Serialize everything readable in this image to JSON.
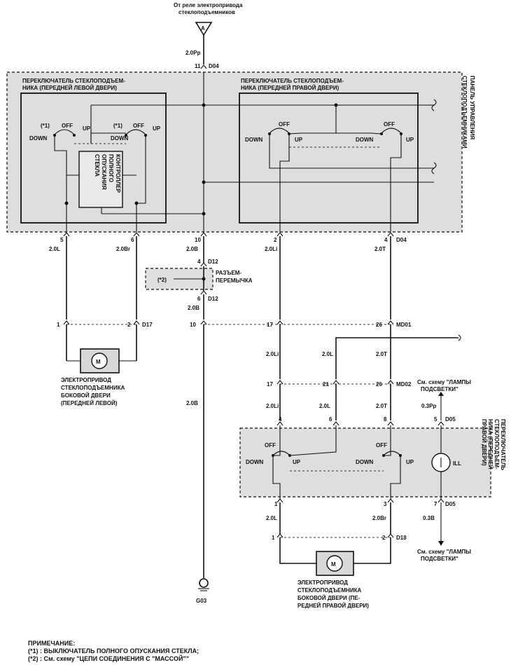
{
  "top": {
    "source_label_1": "От реле электропривода",
    "source_label_2": "стеклоподъемников",
    "connector_letter": "A",
    "wire": "2.0Pp",
    "pin": "11",
    "connector": "D04"
  },
  "panel": {
    "title_vertical_1": "ПАНЕЛЬ УПРАВЛЕНИЯ",
    "title_vertical_2": "СТЕКЛОПОДЪЕМНИКАМИ"
  },
  "left_switch": {
    "title_1": "ПЕРЕКЛЮЧАТЕЛЬ СТЕКЛОПОДЪЕМ-",
    "title_2": "НИКА (ПЕРЕДНЕЙ ЛЕВОЙ ДВЕРИ)",
    "note_a": "(*1)",
    "note_b": "(*1)",
    "off": "OFF",
    "up": "UP",
    "down": "DOWN",
    "controller_1": "КОНТРОЛЛЕР",
    "controller_2": "ПОЛНОГО",
    "controller_3": "ОПУСКАНИЯ",
    "controller_4": "СТЕКЛА"
  },
  "right_switch": {
    "title_1": "ПЕРЕКЛЮЧАТЕЛЬ СТЕКЛОПОДЪЕМ-",
    "title_2": "НИКА (ПЕРЕДНЕЙ ПРАВОЙ ДВЕРИ)",
    "off": "OFF",
    "up": "UP",
    "down": "DOWN"
  },
  "panel_pins": {
    "p5": "5",
    "w5": "2.0L",
    "p6": "6",
    "w6": "2.0Br",
    "p10": "10",
    "w10": "2.0B",
    "p2": "2",
    "w2": "2.0Li",
    "p4": "4",
    "w4": "2.0T",
    "connector": "D04"
  },
  "jumper": {
    "pin_top": "4",
    "connector_top": "D12",
    "note": "(*2)",
    "label_1": "РАЗЪЕМ-",
    "label_2": "ПЕРЕМЫЧКА",
    "pin_bottom": "6",
    "connector_bottom": "D12",
    "wire": "2.0B"
  },
  "left_motor": {
    "pin1": "1",
    "pin2": "2",
    "connector": "D17",
    "symbol": "M",
    "label_1": "ЭЛЕКТРОПРИВОД",
    "label_2": "СТЕКЛОПОДЪЕМНИКА",
    "label_3": "БОКОВОЙ ДВЕРИ",
    "label_4": "(ПЕРЕДНЕЙ ЛЕВОЙ)"
  },
  "md01": {
    "p10": "10",
    "p17": "17",
    "p26": "26",
    "connector": "MD01",
    "w_li": "2.0Li",
    "w_l": "2.0L",
    "w_t": "2.0T"
  },
  "md02": {
    "p17": "17",
    "p21": "21",
    "p26": "26",
    "connector": "MD02",
    "ref_1": "См. схему \"ЛАМПЫ",
    "ref_2": "ПОДСВЕТКИ\"",
    "w_pp": "0.3Pp"
  },
  "ground_wire": "2.0B",
  "rr_switch_in": {
    "w_li": "2.0Li",
    "w_l": "2.0L",
    "w_t": "2.0T",
    "p4": "4",
    "p6": "6",
    "p8": "8",
    "p5": "5",
    "connector": "D05"
  },
  "rr_switch": {
    "off": "OFF",
    "up": "UP",
    "down": "DOWN",
    "ill": "ILL",
    "title_1": "ПЕРЕКЛЮЧАТЕЛЬ",
    "title_2": "СТЕКЛОПОДЪЕМ-",
    "title_3": "НИКА (ПЕРЕДНЕЙ",
    "title_4": "ПРАВОЙ ДВЕРИ)"
  },
  "rr_switch_out": {
    "p1": "1",
    "p3": "3",
    "p7": "7",
    "connector": "D05",
    "w1": "2.0L",
    "w3": "2.0Br",
    "w7": "0.3B",
    "m1": "1",
    "m2": "2",
    "motor_connector": "D18",
    "ref_1": "См. схему \"ЛАМПЫ",
    "ref_2": "ПОДСВЕТКИ\""
  },
  "right_motor": {
    "symbol": "M",
    "label_1": "ЭЛЕКТРОПРИВОД",
    "label_2": "СТЕКЛОПОДЪЕМНИКА",
    "label_3": "БОКОВОЙ ДВЕРИ (ПЕ-",
    "label_4": "РЕДНЕЙ ПРАВОЙ ДВЕРИ)"
  },
  "ground": {
    "label": "G03"
  },
  "notes": {
    "title": "ПРИМЕЧАНИЕ:",
    "n1": "(*1) : ВЫКЛЮЧАТЕЛЬ ПОЛНОГО ОПУСКАНИЯ СТЕКЛА;",
    "n2": "(*2) : См. схему \"ЦЕПИ СОЕДИНЕНИЯ С \"МАССОЙ\"\""
  }
}
